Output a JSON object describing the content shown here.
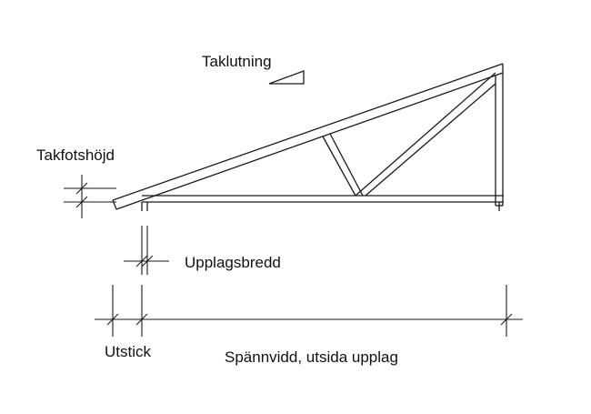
{
  "labels": {
    "roof_pitch": "Taklutning",
    "eave_height": "Takfotshöjd",
    "bearing_width": "Upplagsbredd",
    "overhang": "Utstick",
    "span": "Spännvidd, utsida upplag"
  }
}
